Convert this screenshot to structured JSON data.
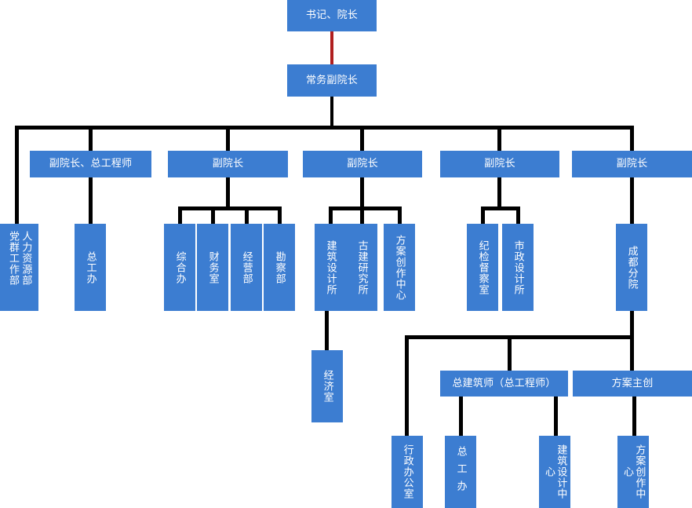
{
  "chart_data": {
    "type": "diagram",
    "title": "组织机构图",
    "node_color": "#3c7dd1",
    "connector_color": "#000000",
    "highlight_connector_color": "#b01f1f",
    "text_color": "#ffffff",
    "levels": [
      {
        "level": 1,
        "nodes": [
          {
            "id": "n_secretary_dean",
            "label": "书记、院长",
            "orient": "horizontal"
          }
        ]
      },
      {
        "level": 2,
        "nodes": [
          {
            "id": "n_exec_vice_dean",
            "label": "常务副院长",
            "orient": "horizontal"
          }
        ]
      },
      {
        "level": 3,
        "nodes": [
          {
            "id": "n_vd_chief_eng",
            "label": "副院长、总工程师",
            "orient": "horizontal"
          },
          {
            "id": "n_vd_2",
            "label": "副院长",
            "orient": "horizontal"
          },
          {
            "id": "n_vd_3",
            "label": "副院长",
            "orient": "horizontal"
          },
          {
            "id": "n_vd_4",
            "label": "副院长",
            "orient": "horizontal"
          },
          {
            "id": "n_vd_5",
            "label": "副院长",
            "orient": "horizontal"
          }
        ]
      },
      {
        "level": 4,
        "nodes": [
          {
            "id": "n_hr_party",
            "label_col_right": "人力资源部",
            "label_col_left": "党群工作部",
            "orient": "vertical-2col"
          },
          {
            "id": "n_chief_eng_office",
            "label": "总工办",
            "orient": "vertical"
          },
          {
            "id": "n_general_office",
            "label": "综合办",
            "orient": "vertical"
          },
          {
            "id": "n_finance_office",
            "label": "财务室",
            "orient": "vertical"
          },
          {
            "id": "n_operations_dept",
            "label": "经营部",
            "orient": "vertical"
          },
          {
            "id": "n_survey_dept",
            "label": "勘察部",
            "orient": "vertical"
          },
          {
            "id": "n_arch_design_inst",
            "label": "建筑设计所",
            "orient": "vertical"
          },
          {
            "id": "n_ancient_arch_inst",
            "label": "古建研究所",
            "orient": "vertical"
          },
          {
            "id": "n_scheme_center",
            "label": "方案创作中心",
            "orient": "vertical"
          },
          {
            "id": "n_discipline_office",
            "label": "纪检督察室",
            "orient": "vertical"
          },
          {
            "id": "n_municipal_inst",
            "label": "市政设计所",
            "orient": "vertical"
          },
          {
            "id": "n_chengdu_branch",
            "label": "成都分院",
            "orient": "vertical"
          }
        ]
      },
      {
        "level": 5,
        "nodes": [
          {
            "id": "n_economics_office",
            "label": "经济室",
            "orient": "vertical"
          },
          {
            "id": "n_chief_architect",
            "label": "总建筑师（总工程师）",
            "orient": "horizontal"
          },
          {
            "id": "n_scheme_lead",
            "label": "方案主创",
            "orient": "horizontal"
          }
        ]
      },
      {
        "level": 6,
        "nodes": [
          {
            "id": "n_admin_office",
            "label": "行政办公室",
            "orient": "vertical"
          },
          {
            "id": "n_cd_chief_eng_office",
            "label": "总工办",
            "orient": "vertical",
            "spaced": true
          },
          {
            "id": "n_arch_design_center",
            "label": "建筑设计中心",
            "orient": "vertical"
          },
          {
            "id": "n_cd_scheme_center",
            "label": "方案创作中心",
            "orient": "vertical"
          }
        ]
      }
    ],
    "edges": [
      {
        "from": "n_secretary_dean",
        "to": "n_exec_vice_dean",
        "color": "#b01f1f"
      },
      {
        "from": "n_exec_vice_dean",
        "to": "n_hr_party"
      },
      {
        "from": "n_exec_vice_dean",
        "to": "n_vd_chief_eng"
      },
      {
        "from": "n_exec_vice_dean",
        "to": "n_vd_2"
      },
      {
        "from": "n_exec_vice_dean",
        "to": "n_vd_3"
      },
      {
        "from": "n_exec_vice_dean",
        "to": "n_vd_4"
      },
      {
        "from": "n_exec_vice_dean",
        "to": "n_vd_5"
      },
      {
        "from": "n_vd_chief_eng",
        "to": "n_chief_eng_office"
      },
      {
        "from": "n_vd_2",
        "to": "n_general_office"
      },
      {
        "from": "n_vd_2",
        "to": "n_finance_office"
      },
      {
        "from": "n_vd_2",
        "to": "n_operations_dept"
      },
      {
        "from": "n_vd_2",
        "to": "n_survey_dept"
      },
      {
        "from": "n_vd_3",
        "to": "n_arch_design_inst"
      },
      {
        "from": "n_vd_3",
        "to": "n_ancient_arch_inst"
      },
      {
        "from": "n_vd_3",
        "to": "n_scheme_center"
      },
      {
        "from": "n_vd_4",
        "to": "n_discipline_office"
      },
      {
        "from": "n_vd_4",
        "to": "n_municipal_inst"
      },
      {
        "from": "n_vd_5",
        "to": "n_chengdu_branch"
      },
      {
        "from": "n_arch_design_inst",
        "to": "n_economics_office"
      },
      {
        "from": "n_chengdu_branch",
        "to": "n_admin_office"
      },
      {
        "from": "n_chengdu_branch",
        "to": "n_chief_architect"
      },
      {
        "from": "n_chengdu_branch",
        "to": "n_scheme_lead"
      },
      {
        "from": "n_chief_architect",
        "to": "n_cd_chief_eng_office"
      },
      {
        "from": "n_chief_architect",
        "to": "n_arch_design_center"
      },
      {
        "from": "n_scheme_lead",
        "to": "n_cd_scheme_center"
      }
    ]
  },
  "nodes": {
    "secretary_dean": "书记、院长",
    "exec_vice_dean": "常务副院长",
    "vd_chief_eng": "副院长、总工程师",
    "vd_2": "副院长",
    "vd_3": "副院长",
    "vd_4": "副院长",
    "vd_5": "副院长",
    "hr_dept": "人力资源部",
    "party_work_dept": "党群工作部",
    "chief_eng_office": "总工办",
    "general_office": "综合办",
    "finance_office": "财务室",
    "operations_dept": "经营部",
    "survey_dept": "勘察部",
    "arch_design_inst": "建筑设计所",
    "ancient_arch_inst": "古建研究所",
    "scheme_center": "方案创作中心",
    "discipline_office": "纪检督察室",
    "municipal_inst": "市政设计所",
    "chengdu_branch": "成都分院",
    "economics_office": "经济室",
    "chief_architect": "总建筑师（总工程师）",
    "scheme_lead": "方案主创",
    "admin_office": "行政办公室",
    "cd_chief_eng_office": "总工办",
    "arch_design_center": "建筑设计中心",
    "cd_scheme_center": "方案创作中心"
  }
}
